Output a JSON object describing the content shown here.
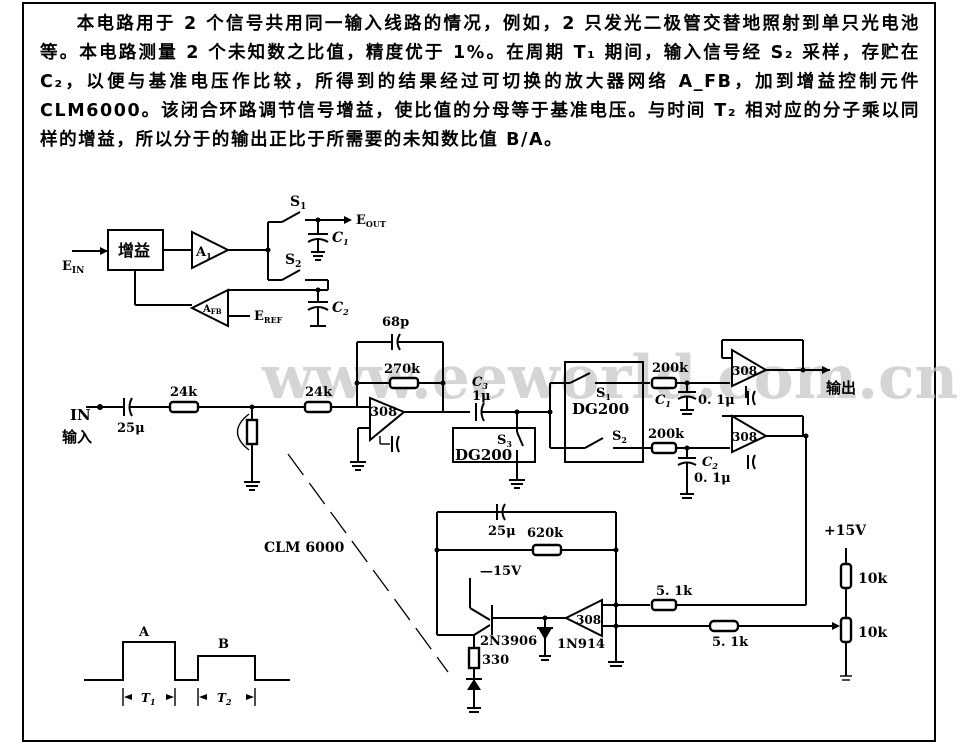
{
  "description": "本电路用于 2 个信号共用同一输入线路的情况，例如，2 只发光二极管交替地照射到单只光电池等。本电路测量 2 个未知数之比值，精度优于 1%。在周期 T₁ 期间，输入信号经 S₂ 采样，存贮在 C₂，以便与基准电压作比较，所得到的结果经过可切换的放大器网络 A_FB，加到增益控制元件 CLM6000。该闭合环路调节信号增益，使比值的分母等于基准电压。与时间 T₂ 相对应的分子乘以同样的增益，所以分于的输出正比于所需要的未知数比值 B/A。",
  "watermark": "www.eeworld.com.cn",
  "block_diagram": {
    "input": "E",
    "input_sub": "IN",
    "gain_block": "增益",
    "amp": "A",
    "amp_sub": "1",
    "fb_amp": "A",
    "fb_amp_sub": "FB",
    "ref": "E",
    "ref_sub": "REF",
    "output": "E",
    "output_sub": "OUT",
    "switch1": "S",
    "switch1_sub": "1",
    "switch2": "S",
    "switch2_sub": "2",
    "cap1": "C",
    "cap1_sub": "1",
    "cap2": "C",
    "cap2_sub": "2"
  },
  "circuit": {
    "input_label_en": "IN",
    "input_label_cn": "输入",
    "c_in": "25μ",
    "r1": "24k",
    "r2": "24k",
    "c_fb": "68p",
    "r_fb": "270k",
    "opamp": "308",
    "c3": "C",
    "c3_sub": "3",
    "c3_value": "1μ",
    "s3": "S",
    "s3_sub": "3",
    "dg200_a": "DG200",
    "dg200_b": "DG200",
    "s1": "S",
    "s1_sub": "1",
    "s2": "S",
    "s2_sub": "2",
    "r_s1": "200k",
    "r_s2": "200k",
    "c1": "C",
    "c1_sub": "1",
    "c1_value": "0. 1μ",
    "c2": "C",
    "c2_sub": "2",
    "c2_value": "0. 1μ",
    "output_label": "输出",
    "clm": "CLM 6000",
    "c_int": "25μ",
    "r_int": "620k",
    "neg_supply": "—15V",
    "transistor": "2N3906",
    "diode": "1N914",
    "r_e": "330",
    "r_51a": "5. 1k",
    "r_51b": "5. 1k",
    "pos_supply": "+15V",
    "r_pot_top": "10k",
    "r_pot": "10k"
  },
  "timing": {
    "pulse_a": "A",
    "pulse_b": "B",
    "t1": "T",
    "t1_sub": "1",
    "t2": "T",
    "t2_sub": "2"
  }
}
